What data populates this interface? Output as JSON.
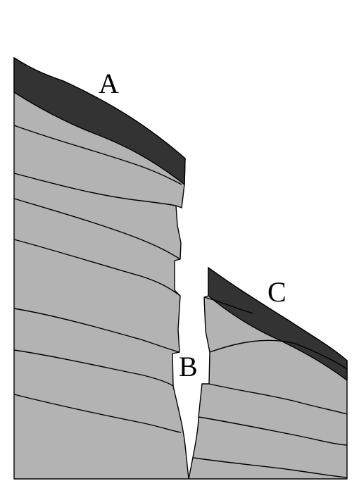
{
  "colors": {
    "rock": "#b3b3b3",
    "cap_layer": "#333333",
    "background": "#ffffff",
    "lines": "#000000"
  },
  "labels": {
    "a": "A",
    "b": "B",
    "c": "C"
  }
}
